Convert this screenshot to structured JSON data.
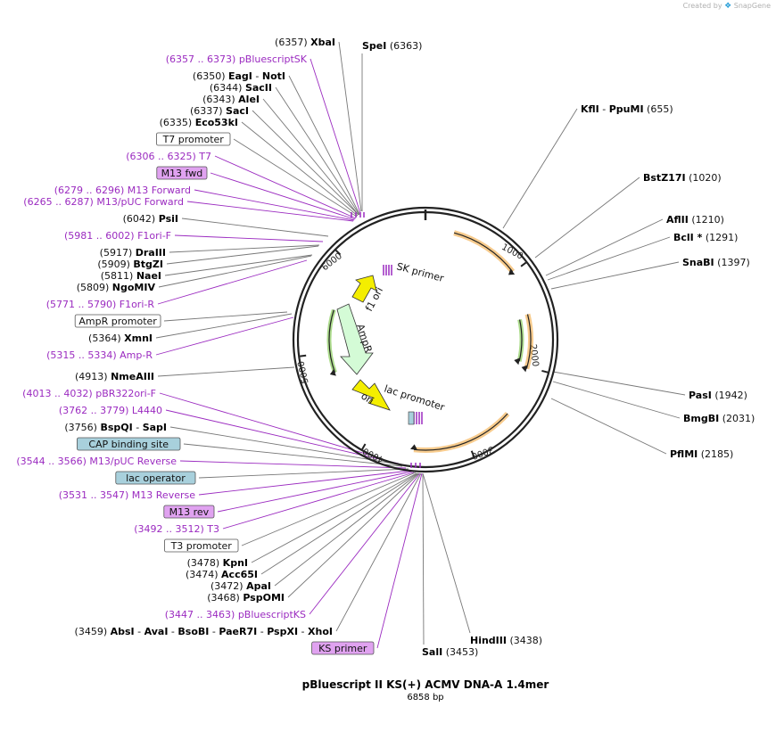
{
  "header": {
    "credit_prefix": "Created by",
    "credit_brand": "SnapGene"
  },
  "plasmid": {
    "name": "pBluescript II KS(+) ACMV DNA-A 1.4mer",
    "length_label": "6858 bp",
    "length": 6858
  },
  "colors": {
    "backbone": "#222222",
    "enzyme_text": "#000000",
    "feature_text": "#9b2bc0",
    "leader_enzyme": "#777777",
    "leader_feature": "#9b2bc0",
    "orange_arrow": "#f0a030",
    "green_arrow": "#6abf30",
    "yellow_arrow": "#f4ee00",
    "mint_arrow": "#d4fbd6",
    "primer_box": "#e0a2f0",
    "teal_box": "#a8d0dc",
    "white_box": "#ffffff"
  },
  "ticks": [
    "1000",
    "2000",
    "3000",
    "4000",
    "5000",
    "6000"
  ],
  "inner_labels": {
    "f1_ori": "f1 ori",
    "sk_primer": "SK primer",
    "ampr": "AmpR",
    "ori": "ori",
    "lac_promoter": "lac promoter"
  },
  "left_labels": [
    {
      "kind": "enzyme",
      "coord": "(6357)",
      "names": [
        "XbaI"
      ]
    },
    {
      "kind": "feature",
      "range": "(6357 .. 6373)",
      "name": "pBluescriptSK"
    },
    {
      "kind": "enzyme",
      "coord": "(6350)",
      "names": [
        "EagI",
        "NotI"
      ]
    },
    {
      "kind": "enzyme",
      "coord": "(6344)",
      "names": [
        "SacII"
      ]
    },
    {
      "kind": "enzyme",
      "coord": "(6343)",
      "names": [
        "AleI"
      ]
    },
    {
      "kind": "enzyme",
      "coord": "(6337)",
      "names": [
        "SacI"
      ]
    },
    {
      "kind": "enzyme",
      "coord": "(6335)",
      "names": [
        "Eco53kI"
      ]
    },
    {
      "kind": "box-white",
      "name": "T7 promoter"
    },
    {
      "kind": "feature",
      "range": "(6306 .. 6325)",
      "name": "T7"
    },
    {
      "kind": "box-primer",
      "name": "M13 fwd"
    },
    {
      "kind": "feature",
      "range": "(6279 .. 6296)",
      "name": "M13 Forward"
    },
    {
      "kind": "feature",
      "range": "(6265 .. 6287)",
      "name": "M13/pUC Forward"
    },
    {
      "kind": "enzyme",
      "coord": "(6042)",
      "names": [
        "PsiI"
      ]
    },
    {
      "kind": "feature",
      "range": "(5981 .. 6002)",
      "name": "F1ori-F"
    },
    {
      "kind": "enzyme",
      "coord": "(5917)",
      "names": [
        "DraIII"
      ]
    },
    {
      "kind": "enzyme",
      "coord": "(5909)",
      "names": [
        "BtgZI"
      ]
    },
    {
      "kind": "enzyme",
      "coord": "(5811)",
      "names": [
        "NaeI"
      ]
    },
    {
      "kind": "enzyme",
      "coord": "(5809)",
      "names": [
        "NgoMIV"
      ]
    },
    {
      "kind": "feature",
      "range": "(5771 .. 5790)",
      "name": "F1ori-R"
    },
    {
      "kind": "box-white",
      "name": "AmpR promoter"
    },
    {
      "kind": "enzyme",
      "coord": "(5364)",
      "names": [
        "XmnI"
      ]
    },
    {
      "kind": "feature",
      "range": "(5315 .. 5334)",
      "name": "Amp-R"
    },
    {
      "kind": "enzyme",
      "coord": "(4913)",
      "names": [
        "NmeAIII"
      ]
    },
    {
      "kind": "feature",
      "range": "(4013 .. 4032)",
      "name": "pBR322ori-F"
    },
    {
      "kind": "feature",
      "range": "(3762 .. 3779)",
      "name": "L4440"
    },
    {
      "kind": "enzyme",
      "coord": "(3756)",
      "names": [
        "BspQI",
        "SapI"
      ]
    },
    {
      "kind": "box-teal",
      "name": "CAP binding site"
    },
    {
      "kind": "feature",
      "range": "(3544 .. 3566)",
      "name": "M13/pUC Reverse"
    },
    {
      "kind": "box-teal",
      "name": "lac operator"
    },
    {
      "kind": "feature",
      "range": "(3531 .. 3547)",
      "name": "M13 Reverse"
    },
    {
      "kind": "box-primer",
      "name": "M13 rev"
    },
    {
      "kind": "feature",
      "range": "(3492 .. 3512)",
      "name": "T3"
    },
    {
      "kind": "box-white",
      "name": "T3 promoter"
    },
    {
      "kind": "enzyme",
      "coord": "(3478)",
      "names": [
        "KpnI"
      ]
    },
    {
      "kind": "enzyme",
      "coord": "(3474)",
      "names": [
        "Acc65I"
      ]
    },
    {
      "kind": "enzyme",
      "coord": "(3472)",
      "names": [
        "ApaI"
      ]
    },
    {
      "kind": "enzyme",
      "coord": "(3468)",
      "names": [
        "PspOMI"
      ]
    },
    {
      "kind": "feature",
      "range": "(3447 .. 3463)",
      "name": "pBluescriptKS"
    },
    {
      "kind": "enzyme",
      "coord": "(3459)",
      "names": [
        "AbsI",
        "AvaI",
        "BsoBI",
        "PaeR7I",
        "PspXI",
        "XhoI"
      ]
    },
    {
      "kind": "box-primer",
      "name": "KS primer"
    }
  ],
  "top_labels": [
    {
      "kind": "enzyme",
      "name": "SpeI",
      "coord": "(6363)"
    }
  ],
  "right_labels": [
    {
      "kind": "enzyme",
      "names": [
        "KflI",
        "PpuMI"
      ],
      "coord": "(655)"
    },
    {
      "kind": "enzyme",
      "names": [
        "BstZ17I"
      ],
      "coord": "(1020)"
    },
    {
      "kind": "enzyme",
      "names": [
        "AflII"
      ],
      "coord": "(1210)"
    },
    {
      "kind": "enzyme",
      "names": [
        "BclI *"
      ],
      "coord": "(1291)"
    },
    {
      "kind": "enzyme",
      "names": [
        "SnaBI"
      ],
      "coord": "(1397)"
    },
    {
      "kind": "enzyme",
      "names": [
        "PasI"
      ],
      "coord": "(1942)"
    },
    {
      "kind": "enzyme",
      "names": [
        "BmgBI"
      ],
      "coord": "(2031)"
    },
    {
      "kind": "enzyme",
      "names": [
        "PflMI"
      ],
      "coord": "(2185)"
    }
  ],
  "bottom_labels": [
    {
      "kind": "enzyme",
      "name": "SalI",
      "coord": "(3453)"
    },
    {
      "kind": "enzyme",
      "name": "HindIII",
      "coord": "(3438)"
    }
  ]
}
